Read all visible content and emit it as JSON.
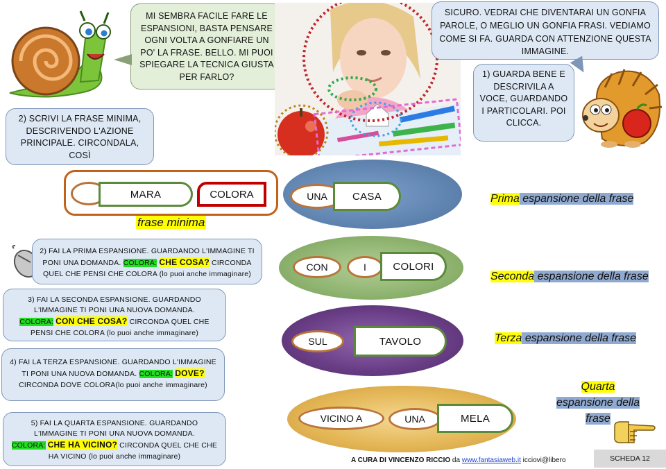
{
  "snail_bubble": "MI SEMBRA FACILE FARE LE ESPANSIONI, BASTA PENSARE OGNI VOLTA A GONFIARE UN PO' LA FRASE. BELLO. MI PUOI SPIEGARE LA TECNICA GIUSTA PER FARLO?",
  "hedgehog_bubble": "SICURO. VEDRAI CHE DIVENTARAI UN GONFIA PAROLE, O MEGLIO UN GONFIA FRASI.  VEDIAMO COME SI FA. GUARDA CON ATTENZIONE QUESTA IMMAGINE.",
  "step1": "1) GUARDA BENE E DESCRIVILA A VOCE, GUARDANDO I PARTICOLARI. POI CLICCA.",
  "step2": "2) SCRIVI LA FRASE MINIMA, DESCRIVENDO L'AZIONE PRINCIPALE. CIRCONDALA, COSÌ",
  "minimal": {
    "subject": "MARA",
    "verb": "COLORA",
    "caption": "frase minima"
  },
  "expansion_1": {
    "words": [
      "UNA",
      "CASA"
    ],
    "label_hl": "Prima",
    "label_rest": " espansione della frase"
  },
  "expansion_2": {
    "words": [
      "CON",
      "I",
      "COLORI"
    ],
    "label_hl": "Seconda",
    "label_rest": " espansione della frase"
  },
  "expansion_3": {
    "words": [
      "SUL",
      "TAVOLO"
    ],
    "label_hl": "Terza",
    "label_rest": " espansione della frase"
  },
  "expansion_4": {
    "words": [
      "VICINO A",
      "UNA",
      "MELA"
    ],
    "label_hl": "Quarta",
    "label_rest_1": "espansione della",
    "label_rest_2": "frase"
  },
  "instr_1": {
    "pre": "2) FAI LA PRIMA ESPANSIONE. GUARDANDO L'IMMAGINE TI PONI UNA DOMANDA. ",
    "key": "COLORA:",
    "question": "CHE COSA?",
    "post": " CIRCONDA QUEL CHE PENSI CHE COLORA (lo puoi anche immaginare)"
  },
  "instr_2": {
    "pre": "3) FAI LA SECONDA ESPANSIONE. GUARDANDO L'IMMAGINE TI PONI UNA NUOVA DOMANDA.",
    "key": "COLORA:",
    "question": "CON CHE COSA?",
    "post": " CIRCONDA QUEL CHE PENSI CHE COLORA (lo puoi anche immaginare)"
  },
  "instr_3": {
    "pre": "4) FAI LA TERZA ESPANSIONE. GUARDANDO L'IMMAGINE TI PONI UNA NUOVA DOMANDA. ",
    "key": "COLORA:",
    "question": "DOVE?",
    "post": "CIRCONDA DOVE COLORA(lo puoi anche immaginare)"
  },
  "instr_4": {
    "pre": "5) FAI LA QUARTA ESPANSIONE. GUARDANDO L'IMMAGINE TI PONI UNA NUOVA DOMANDA.",
    "key": "COLORA:",
    "question": "CHE HA VICINO?",
    "post": " CIRCONDA QUEL CHE CHE HA VICINO (lo puoi anche immaginare)"
  },
  "footer": {
    "credit": "A CURA DI VINCENZO RICCIO",
    "da": " da ",
    "link": "www.fantasiaweb.it",
    "email": " icciovi@libero",
    "sheet": "SCHEDA 12"
  },
  "colors": {
    "leaf_blue": "#4f77a8",
    "leaf_green": "#7fa85c",
    "leaf_purple": "#5b2c7a",
    "leaf_gold": "#e0ae44",
    "pill_green": "#5a8a3a",
    "oval_brown": "#b8743a",
    "box_red": "#c00000"
  }
}
